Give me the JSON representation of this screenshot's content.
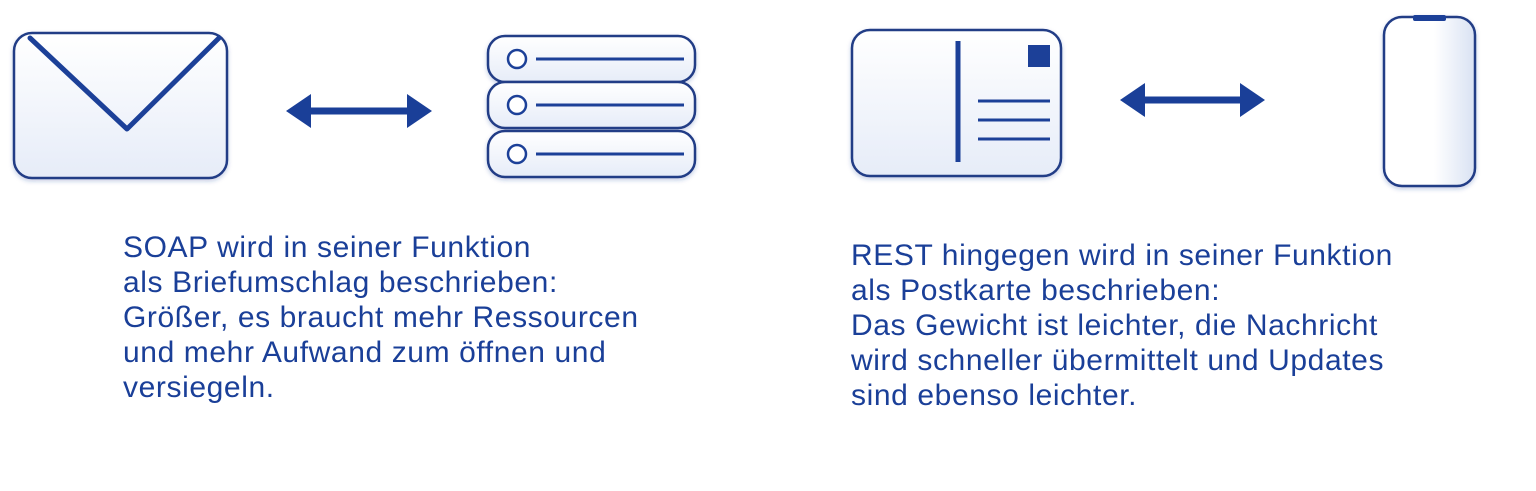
{
  "colors": {
    "primary": "#1a3f98",
    "outline": "#203c86",
    "fill_light": "#ffffff",
    "fill_shade": "#dfe7f6"
  },
  "soap": {
    "icon_left": "envelope-icon",
    "connector": "double-arrow-icon",
    "icon_right": "server-stack-icon",
    "caption_lines": [
      "SOAP wird in seiner Funktion",
      "als Briefumschlag beschrieben:",
      "Größer, es braucht mehr Ressourcen",
      "und mehr Aufwand zum öffnen und",
      "versiegeln."
    ]
  },
  "rest": {
    "icon_left": "postcard-icon",
    "connector": "double-arrow-icon",
    "icon_right": "smartphone-icon",
    "caption_lines": [
      "REST hingegen wird in seiner Funktion",
      "als Postkarte beschrieben:",
      "Das Gewicht ist leichter, die Nachricht",
      "wird schneller übermittelt und Updates",
      "sind ebenso leichter."
    ]
  }
}
